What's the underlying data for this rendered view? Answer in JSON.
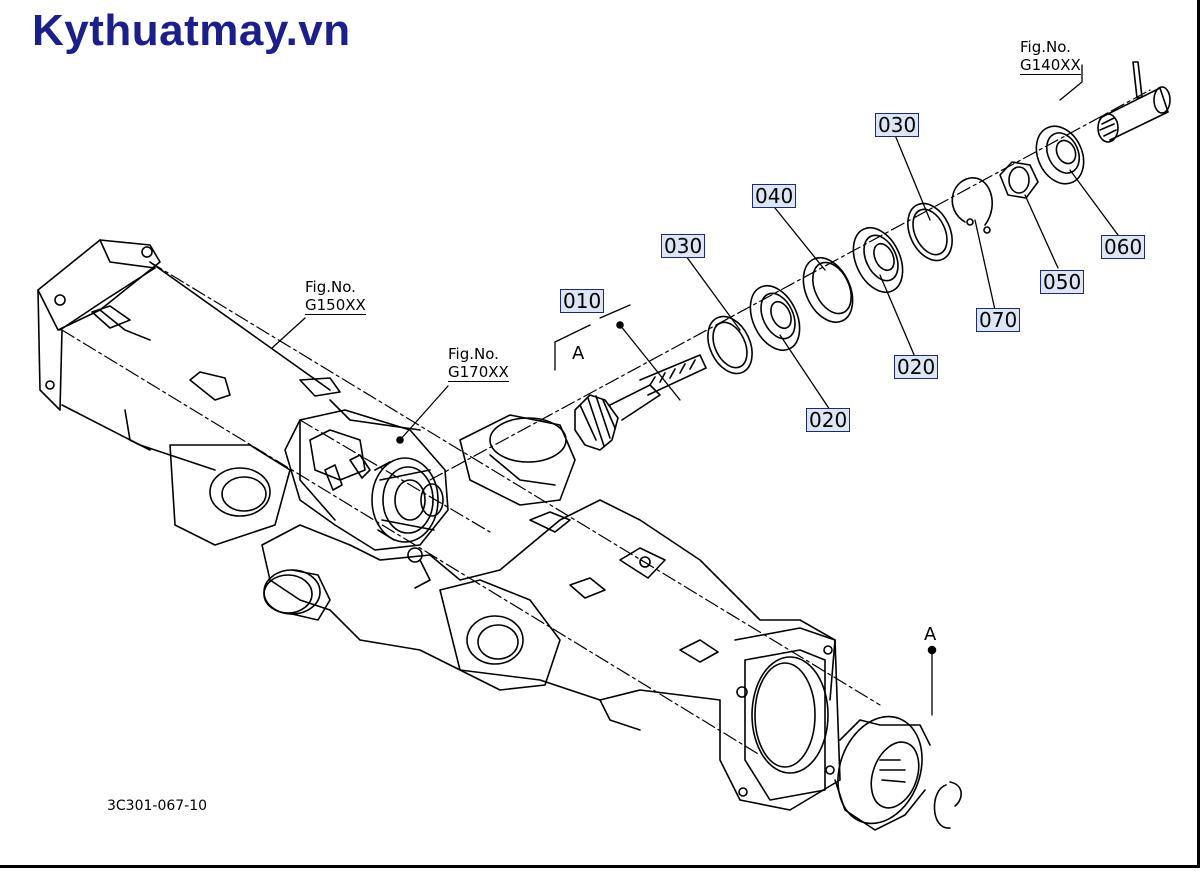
{
  "brand": "Kythuatmay.vn",
  "drawing_number": "3C301-067-10",
  "letters": {
    "top": "A",
    "bottom": "A"
  },
  "fig_refs": [
    {
      "label": "Fig.No.",
      "code": "G140XX"
    },
    {
      "label": "Fig.No.",
      "code": "G150XX"
    },
    {
      "label": "Fig.No.",
      "code": "G170XX"
    }
  ],
  "callouts": [
    {
      "id": "010",
      "text": "010"
    },
    {
      "id": "030a",
      "text": "030"
    },
    {
      "id": "020a",
      "text": "020"
    },
    {
      "id": "040",
      "text": "040"
    },
    {
      "id": "020b",
      "text": "020"
    },
    {
      "id": "030b",
      "text": "030"
    },
    {
      "id": "070",
      "text": "070"
    },
    {
      "id": "050",
      "text": "050"
    },
    {
      "id": "060",
      "text": "060"
    }
  ],
  "colors": {
    "brand": "#1b1f8a",
    "callout_fill": "#dce6f5",
    "callout_border": "#1e2a6e",
    "line": "#000000"
  }
}
